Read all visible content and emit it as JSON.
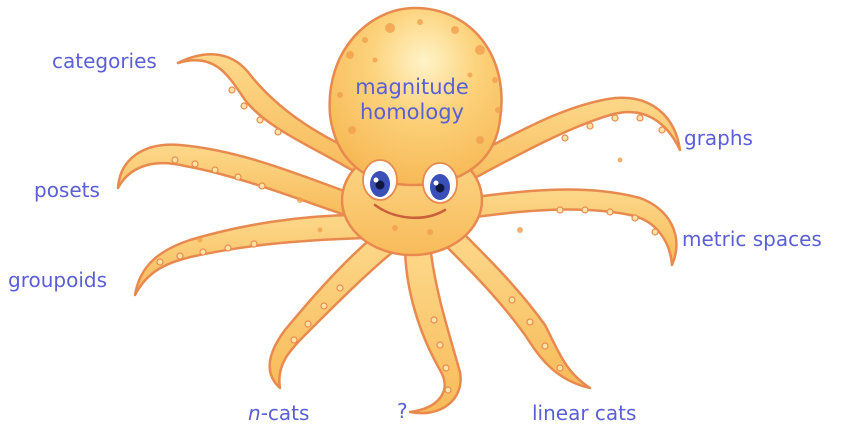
{
  "head_label": {
    "line1": "magnitude",
    "line2": "homology"
  },
  "arm_labels": {
    "categories": "categories",
    "posets": "posets",
    "groupoids": "groupoids",
    "n_cats_prefix": "n",
    "n_cats_suffix": "-cats",
    "question": "?",
    "linear_cats": "linear cats",
    "metric_spaces": "metric spaces",
    "graphs": "graphs"
  },
  "colors": {
    "label": "#5b5fd6",
    "body": "#fbc866",
    "body_outline": "#e88a4f",
    "spots": "#f2a04e",
    "suckers": "#fde4a6",
    "eye": "#3a4fb8"
  }
}
